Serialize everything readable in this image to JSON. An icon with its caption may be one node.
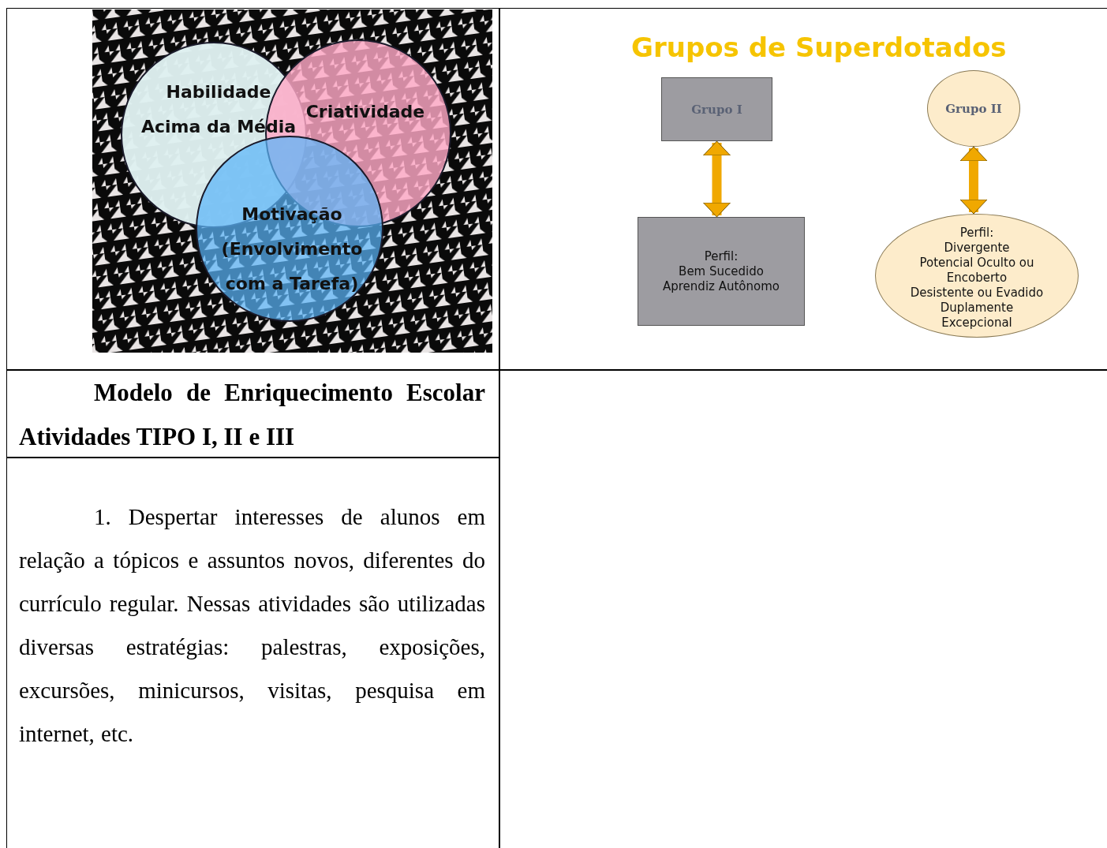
{
  "diagram": {
    "title": "Grupos de Superdotados",
    "nodes": [
      {
        "text": [
          "Habilidade Acima da Média"
        ]
      },
      {
        "text": [
          "Criatividade"
        ]
      },
      {
        "text": [
          "Motivação (Envolvimento com a Tarefa)"
        ]
      },
      {
        "text": [
          "Grupo I"
        ]
      },
      {
        "text": [
          "Perfil:",
          "Bem Sucedido",
          "Aprendiz Autônomo"
        ]
      },
      {
        "text": [
          "Grupo II"
        ]
      },
      {
        "text": [
          "Perfil:",
          "Divergente",
          "Potencial Oculto ou Encoberto",
          "Desistente ou Evadido",
          "Duplamente Excepcional"
        ]
      }
    ],
    "edges": [
      {
        "from": 3,
        "to": 4,
        "arrow": "both"
      },
      {
        "from": 5,
        "to": 6,
        "arrow": "both"
      }
    ],
    "labels": [
      "Modelo de Enriquecimento Escolar Atividades TIPO I, II e III",
      "1. Despertar interesses de alunos em relação a tópicos e assuntos novos, diferentes do currículo regular. Nessas atividades são utilizadas diversas estratégias: palestras, exposições, excursões, minicursos, visitas, pesquisa em internet, etc."
    ]
  }
}
